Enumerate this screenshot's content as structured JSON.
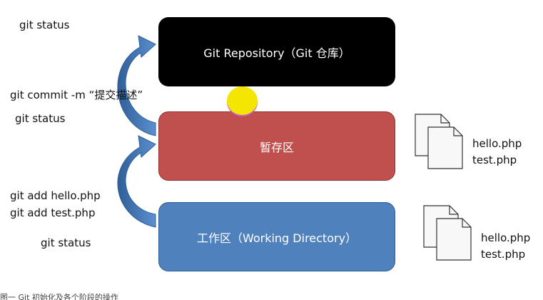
{
  "labels": {
    "status_top": "git status",
    "commit": "git commit -m “提交描述”",
    "status_mid": "git status",
    "add_hello": "git add hello.php",
    "add_test": "git add test.php",
    "status_bottom": "git status"
  },
  "boxes": {
    "repository": "Git Repository（Git 仓库）",
    "staging": "暂存区",
    "working": "工作区（Working Directory）"
  },
  "file_groups": [
    {
      "files": [
        "hello.php",
        "test.php"
      ]
    },
    {
      "files": [
        "hello.php",
        "test.php"
      ]
    }
  ],
  "footer": "图一 Git 初始化及各个阶段的操作",
  "colors": {
    "repository": "#000000",
    "staging": "#c0504d",
    "working": "#4f81bd",
    "arrow": "#4f81bd",
    "cursor_highlight": "#f4e600"
  }
}
